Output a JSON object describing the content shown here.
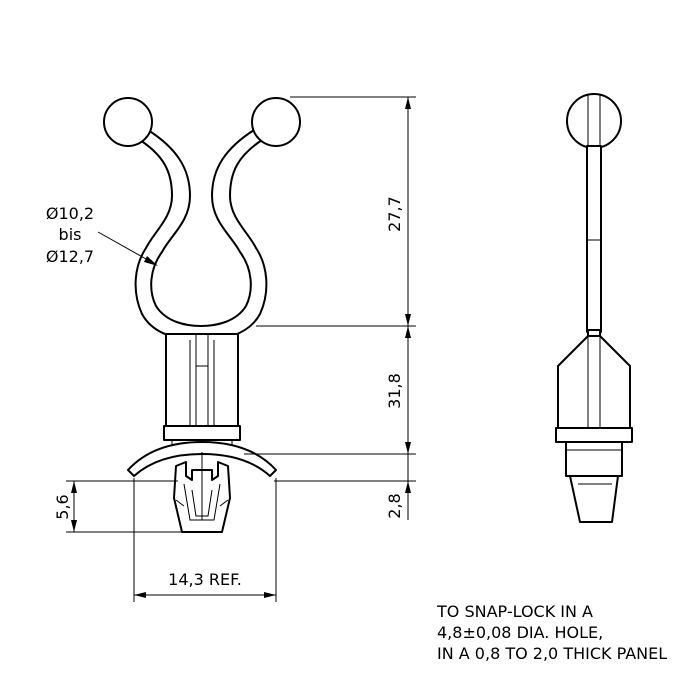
{
  "dimensions": {
    "diameter_min": "Ø10,2",
    "diameter_join": "bis",
    "diameter_max": "Ø12,7",
    "height_upper": "27,7",
    "height_middle": "31,8",
    "height_panel": "2,8",
    "height_head": "5,6",
    "width_ref": "14,3 REF."
  },
  "note": {
    "line1": "TO SNAP-LOCK IN A",
    "line2": "4,8±0,08 DIA. HOLE,",
    "line3": "IN A 0,8 TO 2,0 THICK PANEL"
  }
}
